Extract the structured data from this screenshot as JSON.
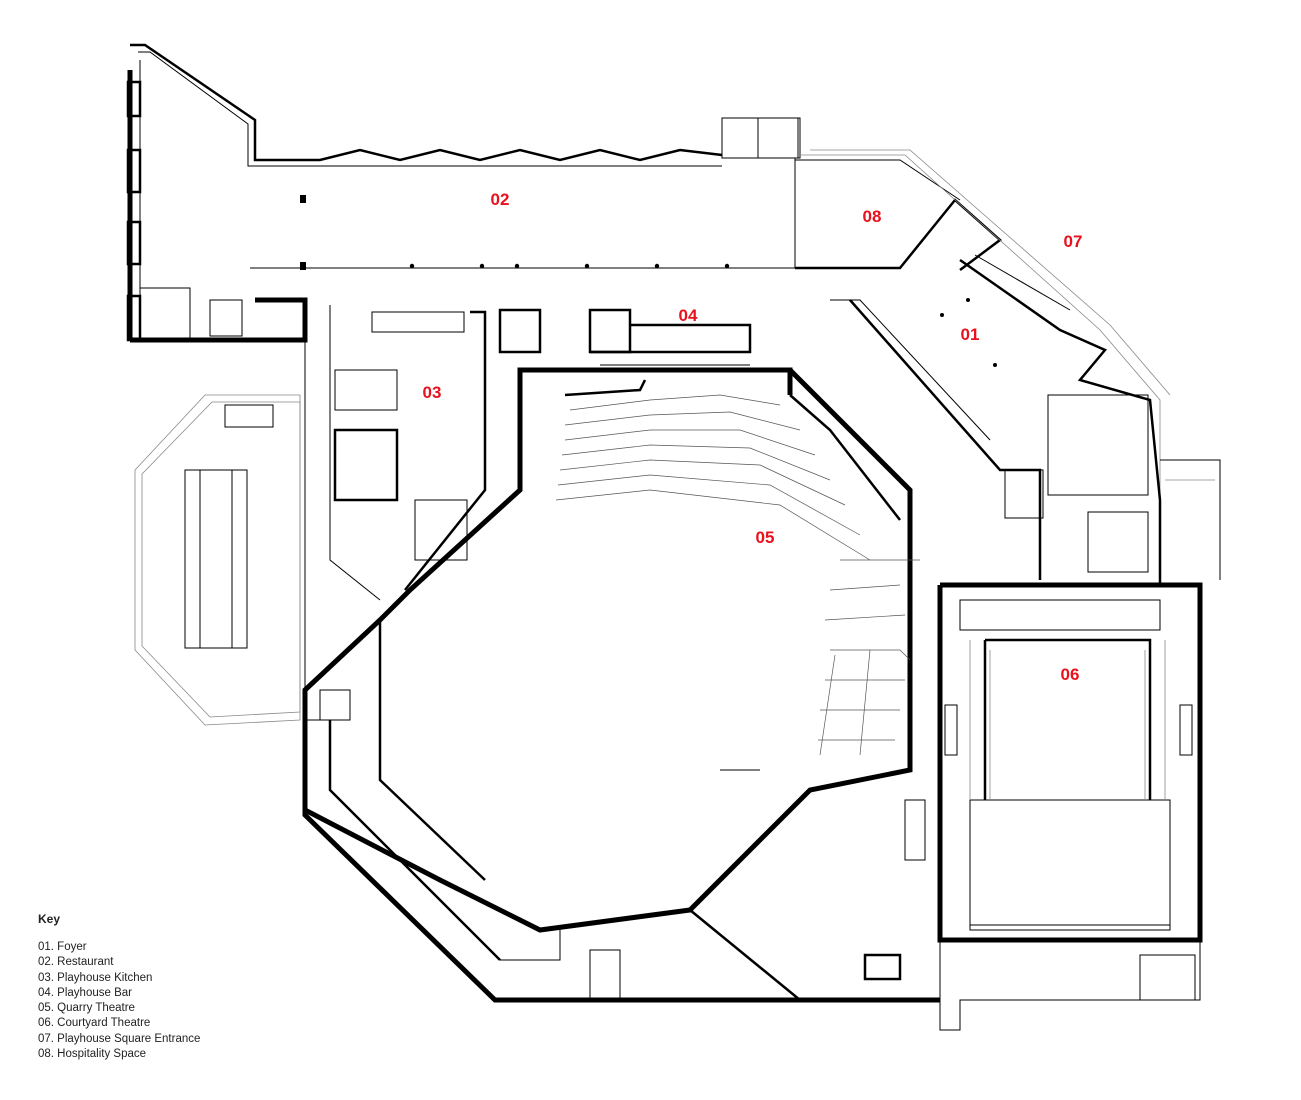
{
  "areas": [
    {
      "code": "01",
      "name": "Foyer"
    },
    {
      "code": "02",
      "name": "Restaurant"
    },
    {
      "code": "03",
      "name": "Playhouse Kitchen"
    },
    {
      "code": "04",
      "name": "Playhouse Bar"
    },
    {
      "code": "05",
      "name": "Quarry Theatre"
    },
    {
      "code": "06",
      "name": "Courtyard Theatre"
    },
    {
      "code": "07",
      "name": "Playhouse Square Entrance"
    },
    {
      "code": "08",
      "name": "Hospitality Space"
    }
  ],
  "key": {
    "title": "Key",
    "items": [
      "01. Foyer",
      "02. Restaurant",
      "03. Playhouse Kitchen",
      "04. Playhouse Bar",
      "05. Quarry Theatre",
      "06. Courtyard Theatre",
      "07. Playhouse Square Entrance",
      "08. Hospitality Space"
    ]
  },
  "colors": {
    "label": "#e8111c",
    "wall": "#000000"
  }
}
